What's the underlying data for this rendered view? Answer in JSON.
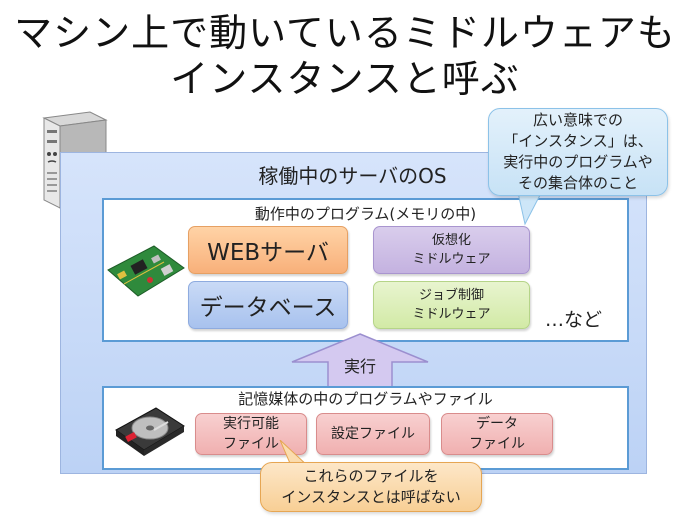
{
  "title": {
    "line1": "マシン上で動いているミドルウェアも",
    "line2": "インスタンスと呼ぶ"
  },
  "os": {
    "label": "稼働中のサーバのOS"
  },
  "memory": {
    "label": "動作中のプログラム(メモリの中)",
    "programs": [
      {
        "label": "WEBサーバ"
      },
      {
        "label": "データベース"
      },
      {
        "line1": "仮想化",
        "line2": "ミドルウェア"
      },
      {
        "line1": "ジョブ制御",
        "line2": "ミドルウェア"
      }
    ],
    "etc": "…など"
  },
  "arrow": {
    "label": "実行"
  },
  "disk": {
    "label": "記憶媒体の中のプログラムやファイル",
    "files": [
      {
        "line1": "実行可能",
        "line2": "ファイル"
      },
      {
        "line1": "設定ファイル",
        "line2": ""
      },
      {
        "line1": "データ",
        "line2": "ファイル"
      }
    ]
  },
  "callout_top": {
    "lines": [
      "広い意味での",
      "「インスタンス」は、",
      "実行中のプログラムや",
      "その集合体のこと"
    ]
  },
  "callout_bottom": {
    "lines": [
      "これらのファイルを",
      "インスタンスとは呼ばない"
    ]
  },
  "icons": {
    "server": "server-tower-icon",
    "board": "circuit-board-icon",
    "hdd": "hard-disk-icon"
  },
  "colors": {
    "os_bg": "#c9dbf7",
    "frame_border": "#5b9bd5",
    "arrow_fill": "#cfc3ee",
    "callout_blue": "#d5eaf9",
    "callout_orange": "#fbdcae"
  }
}
